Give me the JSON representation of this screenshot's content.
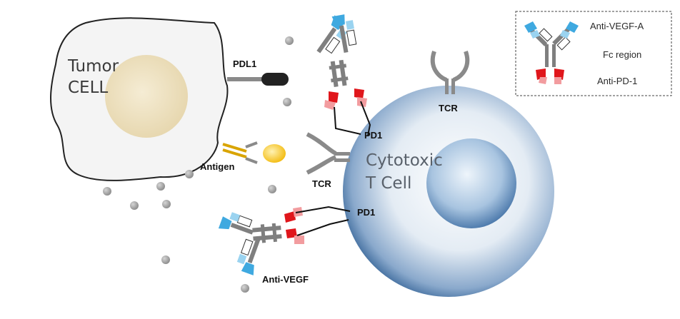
{
  "tumor_cell": {
    "line1": "Tumor",
    "line2": "CELL"
  },
  "t_cell": {
    "line1": "Cytotoxic",
    "line2": "T Cell"
  },
  "labels": {
    "pdl1": "PDL1",
    "antigen": "Antigen",
    "tcr_left": "TCR",
    "tcr_top": "TCR",
    "pd1_upper": "PD1",
    "pd1_lower": "PD1",
    "anti_vegf": "Anti-VEGF"
  },
  "legend": {
    "items": [
      {
        "label": "Anti-VEGF-A",
        "icon": "blue-fab-arm-icon"
      },
      {
        "label": "Fc region",
        "icon": "gray-fc-icon"
      },
      {
        "label": "Anti-PD-1",
        "icon": "red-fab-arm-icon"
      }
    ]
  },
  "colors": {
    "tumor_fill": "#f4f4f4",
    "nucleus": "#efe2c0",
    "t_cell_edge": "#1f4f82",
    "t_cell_center": "#ffffff",
    "anti_vegf_blue": "#3fa9e0",
    "anti_pd1_red": "#e0161b",
    "fc_gray": "#7f7f7f",
    "vegf_particle": "#9a9a9a",
    "antigen_yellow": "#f7c81d"
  }
}
